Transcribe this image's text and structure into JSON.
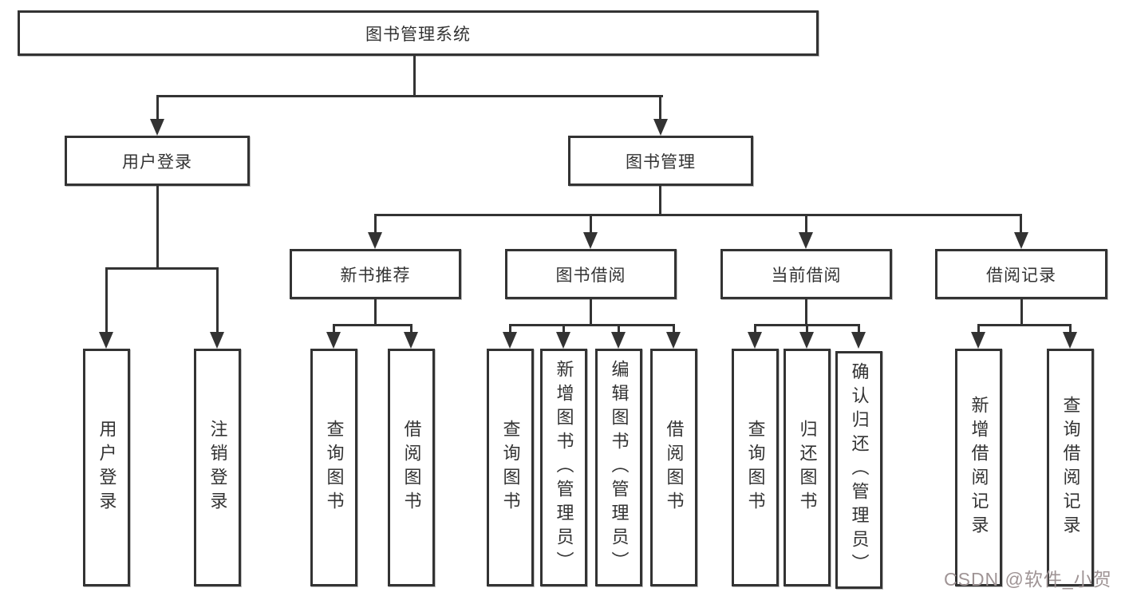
{
  "nodes": {
    "root": "图书管理系统",
    "user_login": "用户登录",
    "book_mgmt": "图书管理",
    "new_book_rec": "新书推荐",
    "book_borrow": "图书借阅",
    "current_borrow": "当前借阅",
    "borrow_records": "借阅记录",
    "leaf_user_login": "用户登录",
    "leaf_logout": "注销登录",
    "rec_query_book": "查询图书",
    "rec_borrow_book": "借阅图书",
    "bb_query_book": "查询图书",
    "bb_add_book": "新增图书（管理员）",
    "bb_edit_book": "编辑图书（管理员）",
    "bb_borrow_book": "借阅图书",
    "cb_query_book": "查询图书",
    "cb_return_book": "归还图书",
    "cb_confirm_return": "确认归还（管理员）",
    "br_add_record": "新增借阅记录",
    "br_query_record": "查询借阅记录"
  },
  "hierarchy": {
    "图书管理系统": {
      "用户登录": [
        "用户登录",
        "注销登录"
      ],
      "图书管理": {
        "新书推荐": [
          "查询图书",
          "借阅图书"
        ],
        "图书借阅": [
          "查询图书",
          "新增图书（管理员）",
          "编辑图书（管理员）",
          "借阅图书"
        ],
        "当前借阅": [
          "查询图书",
          "归还图书",
          "确认归还（管理员）"
        ],
        "借阅记录": [
          "新增借阅记录",
          "查询借阅记录"
        ]
      }
    }
  },
  "watermark": {
    "text": "CSDN @软件_小贺同学",
    "color": "#9f9495"
  },
  "colors": {
    "line": "#333333",
    "box_border": "#333333",
    "background": "#ffffff",
    "text": "#333333"
  }
}
